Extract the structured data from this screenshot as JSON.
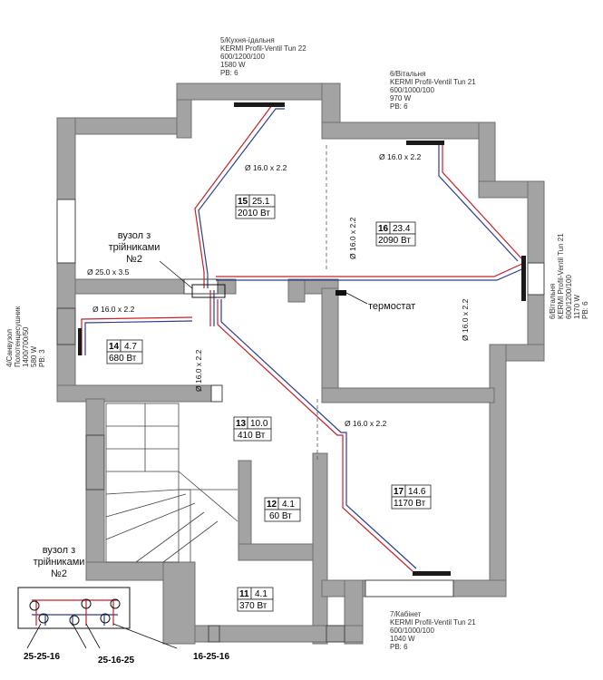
{
  "radiators": [
    {
      "id": "r5",
      "lines": [
        "5/Кухня-їдальня",
        "KERMI Profil-Ventil Tun 22",
        "600/1200/100",
        "1580  W",
        "PB: 6"
      ]
    },
    {
      "id": "r6a",
      "lines": [
        "6/Вітальня",
        "KERMI Profil-Ventil Tun 21",
        "600/1000/100",
        "970  W",
        "PB: 6"
      ]
    },
    {
      "id": "r6b",
      "lines": [
        "6/Вітальня",
        "KERMI Profil-Ventil Tun 21",
        "600/1200/100",
        "1170  W",
        "PB: 6"
      ]
    },
    {
      "id": "r4",
      "lines": [
        "4/Санвузол",
        "Полотенцесушник",
        "1400/700/50",
        "580  W",
        "PB: 3"
      ]
    },
    {
      "id": "r7",
      "lines": [
        "7/Кабінет",
        "KERMI Profil-Ventil Tun 21",
        "600/1000/100",
        "1040  W",
        "PB: 6"
      ]
    }
  ],
  "rooms": [
    {
      "num": "15",
      "area": "25.1",
      "power": "2010 Вт"
    },
    {
      "num": "16",
      "area": "23.4",
      "power": "2090 Вт"
    },
    {
      "num": "14",
      "area": "4.7",
      "power": "680 Вт"
    },
    {
      "num": "13",
      "area": "10.0",
      "power": "410 Вт"
    },
    {
      "num": "12",
      "area": "4.1",
      "power": "60 Вт"
    },
    {
      "num": "17",
      "area": "14.6",
      "power": "1170 Вт"
    },
    {
      "num": "11",
      "area": "4.1",
      "power": "370 Вт"
    }
  ],
  "pipes": {
    "p16": "Ø 16.0 x 2.2",
    "p25": "Ø 25.0 x 3.5"
  },
  "node": {
    "lines": [
      "вузол з",
      "трійниками",
      "№2"
    ]
  },
  "thermostat": "термостат",
  "tees": {
    "a": "25-25-16",
    "b": "25-16-25",
    "c": "16-25-16"
  },
  "colors": {
    "wall": "#a3a3a3",
    "supply": "#c8202a",
    "return": "#2d3e8e"
  }
}
